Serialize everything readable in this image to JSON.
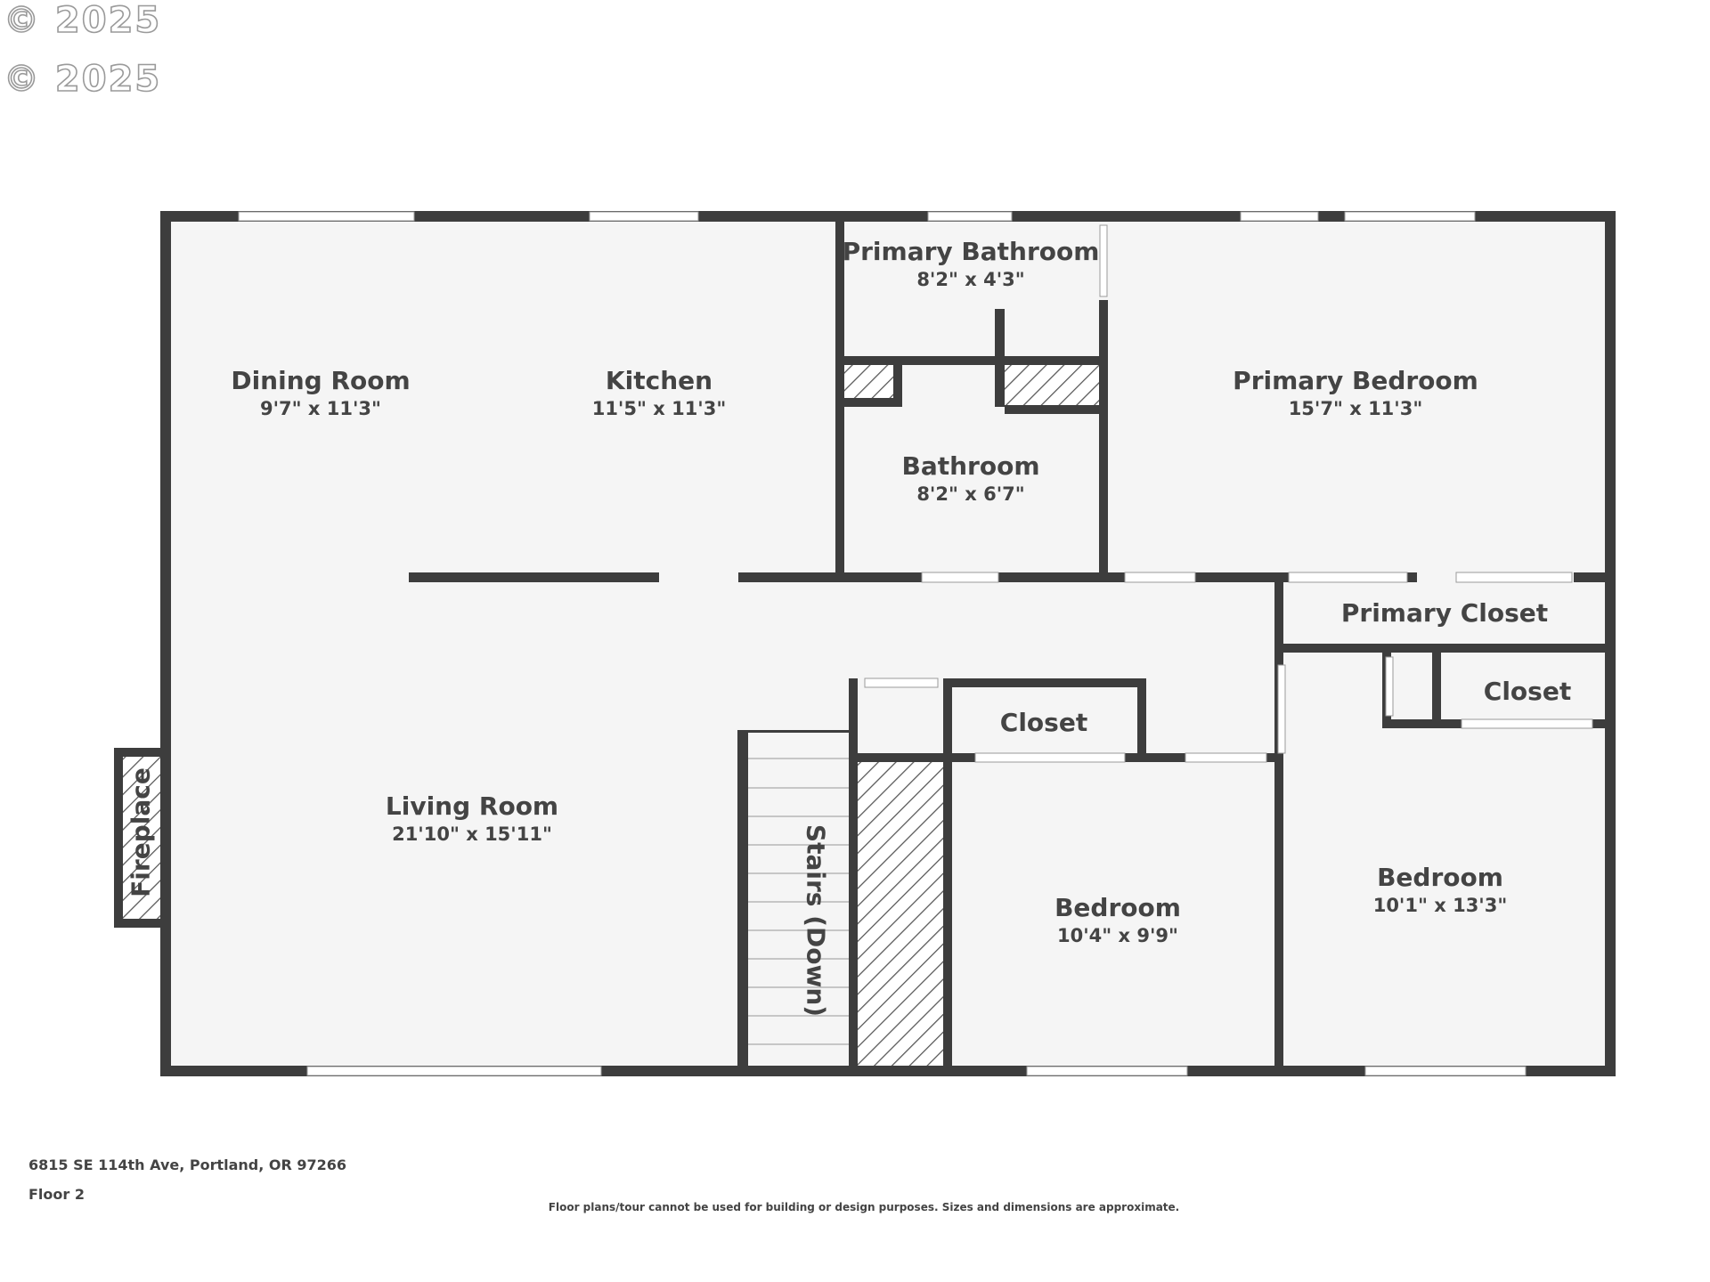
{
  "watermark": {
    "text": "© 2025"
  },
  "rooms": {
    "dining_room": {
      "name": "Dining Room",
      "dims": "9'7\" x 11'3\""
    },
    "kitchen": {
      "name": "Kitchen",
      "dims": "11'5\" x 11'3\""
    },
    "primary_bathroom": {
      "name": "Primary Bathroom",
      "dims": "8'2\" x 4'3\""
    },
    "bathroom": {
      "name": "Bathroom",
      "dims": "8'2\" x 6'7\""
    },
    "primary_bedroom": {
      "name": "Primary Bedroom",
      "dims": "15'7\" x 11'3\""
    },
    "primary_closet": {
      "name": "Primary Closet"
    },
    "closet_right": {
      "name": "Closet"
    },
    "closet_mid": {
      "name": "Closet"
    },
    "living_room": {
      "name": "Living Room",
      "dims": "21'10\" x 15'11\""
    },
    "bedroom_mid": {
      "name": "Bedroom",
      "dims": "10'4\" x 9'9\""
    },
    "bedroom_right": {
      "name": "Bedroom",
      "dims": "10'1\" x 13'3\""
    },
    "stairs": {
      "name": "Stairs (Down)"
    },
    "fireplace": {
      "name": "Fireplace"
    }
  },
  "footer": {
    "address": "6815 SE 114th Ave, Portland, OR 97266",
    "floor": "Floor 2",
    "disclaimer": "Floor plans/tour cannot be used for building or design purposes. Sizes and dimensions are approximate."
  },
  "colors": {
    "wall": "#3d3d3d",
    "floor": "#f5f5f5",
    "text": "#444444",
    "window": "#ffffff"
  }
}
